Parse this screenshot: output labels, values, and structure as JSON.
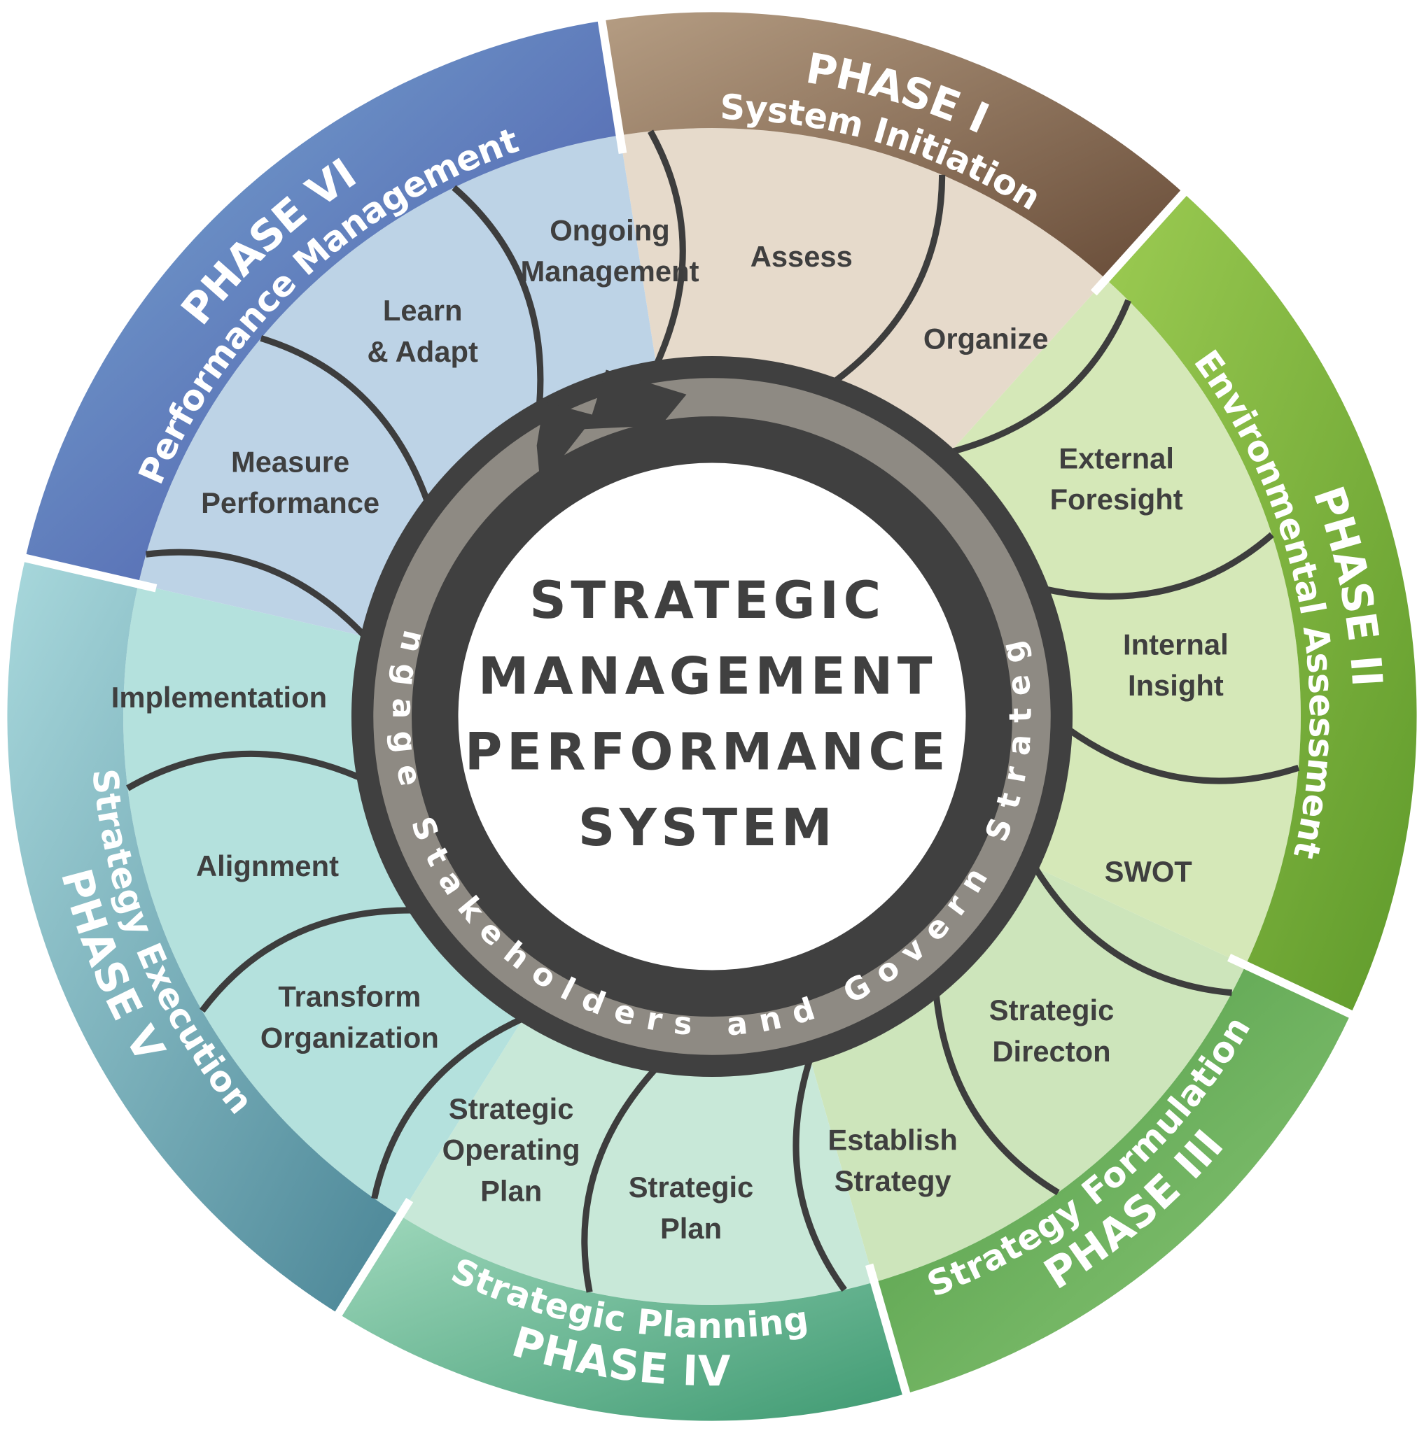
{
  "center": {
    "lines": [
      "STRATEGIC",
      "MANAGEMENT",
      "PERFORMANCE",
      "SYSTEM"
    ],
    "text_color": "#404040"
  },
  "ring_text": "Engage Stakeholders and Govern Strategy",
  "phases": [
    {
      "phase": "PHASE I",
      "name": "System Initiation",
      "colors": [
        "#b59d83",
        "#674b37"
      ],
      "fill": "#e6dacb",
      "items": [
        {
          "lines": [
            "Assess"
          ]
        },
        {
          "lines": [
            "Organize"
          ]
        }
      ]
    },
    {
      "phase": "PHASE II",
      "name": "Environmental Assessment",
      "colors": [
        "#9ccb52",
        "#5f9a2b"
      ],
      "fill": "#d5e8b8",
      "items": [
        {
          "lines": [
            "External",
            "Foresight"
          ]
        },
        {
          "lines": [
            "Internal",
            "Insight"
          ]
        },
        {
          "lines": [
            "SWOT"
          ]
        }
      ]
    },
    {
      "phase": "PHASE III",
      "name": "Strategy Formulation",
      "colors": [
        "#4f9a45",
        "#8cc878"
      ],
      "fill": "#cde5bb",
      "items": [
        {
          "lines": [
            "Strategic",
            "Directon"
          ]
        },
        {
          "lines": [
            "Establish",
            "Strategy"
          ]
        }
      ]
    },
    {
      "phase": "PHASE IV",
      "name": "Strategic Planning",
      "colors": [
        "#9fd8bc",
        "#3f9a72"
      ],
      "fill": "#c8e8d8",
      "items": [
        {
          "lines": [
            "Strategic",
            "Plan"
          ]
        },
        {
          "lines": [
            "Strategic",
            "Operating",
            "Plan"
          ]
        }
      ]
    },
    {
      "phase": "PHASE V",
      "name": "Strategy Execution",
      "colors": [
        "#a8d8dc",
        "#4a8596"
      ],
      "fill": "#b4e1dd",
      "items": [
        {
          "lines": [
            "Transform",
            "Organization"
          ]
        },
        {
          "lines": [
            "Alignment"
          ]
        },
        {
          "lines": [
            "Implementation"
          ]
        }
      ]
    },
    {
      "phase": "PHASE VI",
      "name": "Performance Management",
      "colors": [
        "#7aaad2",
        "#4650a6"
      ],
      "fill": "#bdd3e6",
      "items": [
        {
          "lines": [
            "Measure",
            "Performance"
          ]
        },
        {
          "lines": [
            "Learn",
            "& Adapt"
          ]
        },
        {
          "lines": [
            "Ongoing",
            "Management"
          ]
        }
      ]
    }
  ]
}
